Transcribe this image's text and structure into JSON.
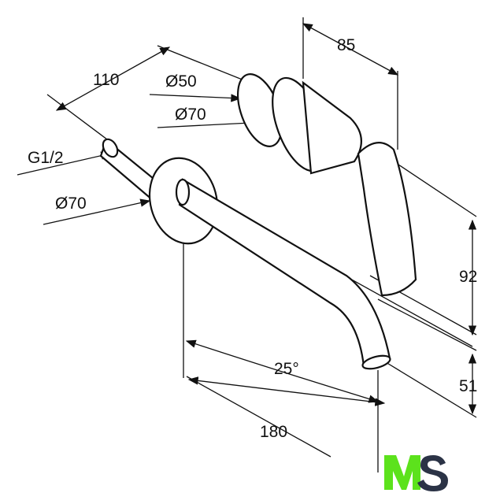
{
  "dimensions": {
    "depth_110": "110",
    "dia_50": "Ø50",
    "dia_70_top": "Ø70",
    "thread": "G1/2",
    "dia_70_bottom": "Ø70",
    "width_85": "85",
    "height_92": "92",
    "height_51": "51",
    "angle": "25°",
    "length_180": "180"
  },
  "logo": {
    "text": "MS",
    "color_m": "#5ce21c",
    "color_s": "#2b3346"
  }
}
